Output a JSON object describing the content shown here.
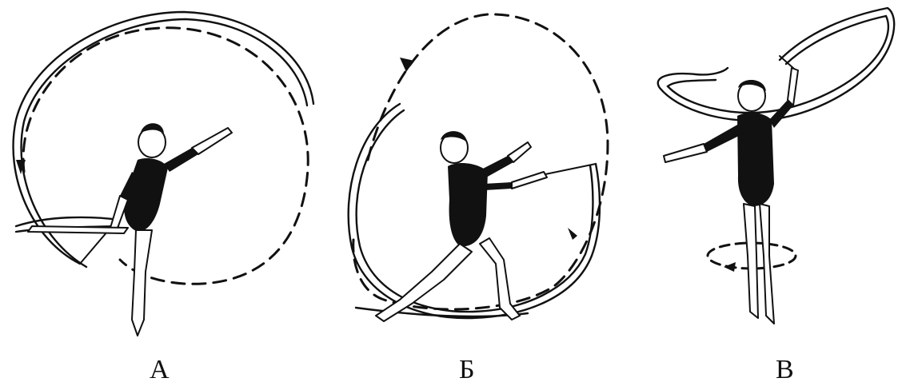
{
  "figures": [
    {
      "label": "А"
    },
    {
      "label": "Б"
    },
    {
      "label": "В"
    }
  ]
}
